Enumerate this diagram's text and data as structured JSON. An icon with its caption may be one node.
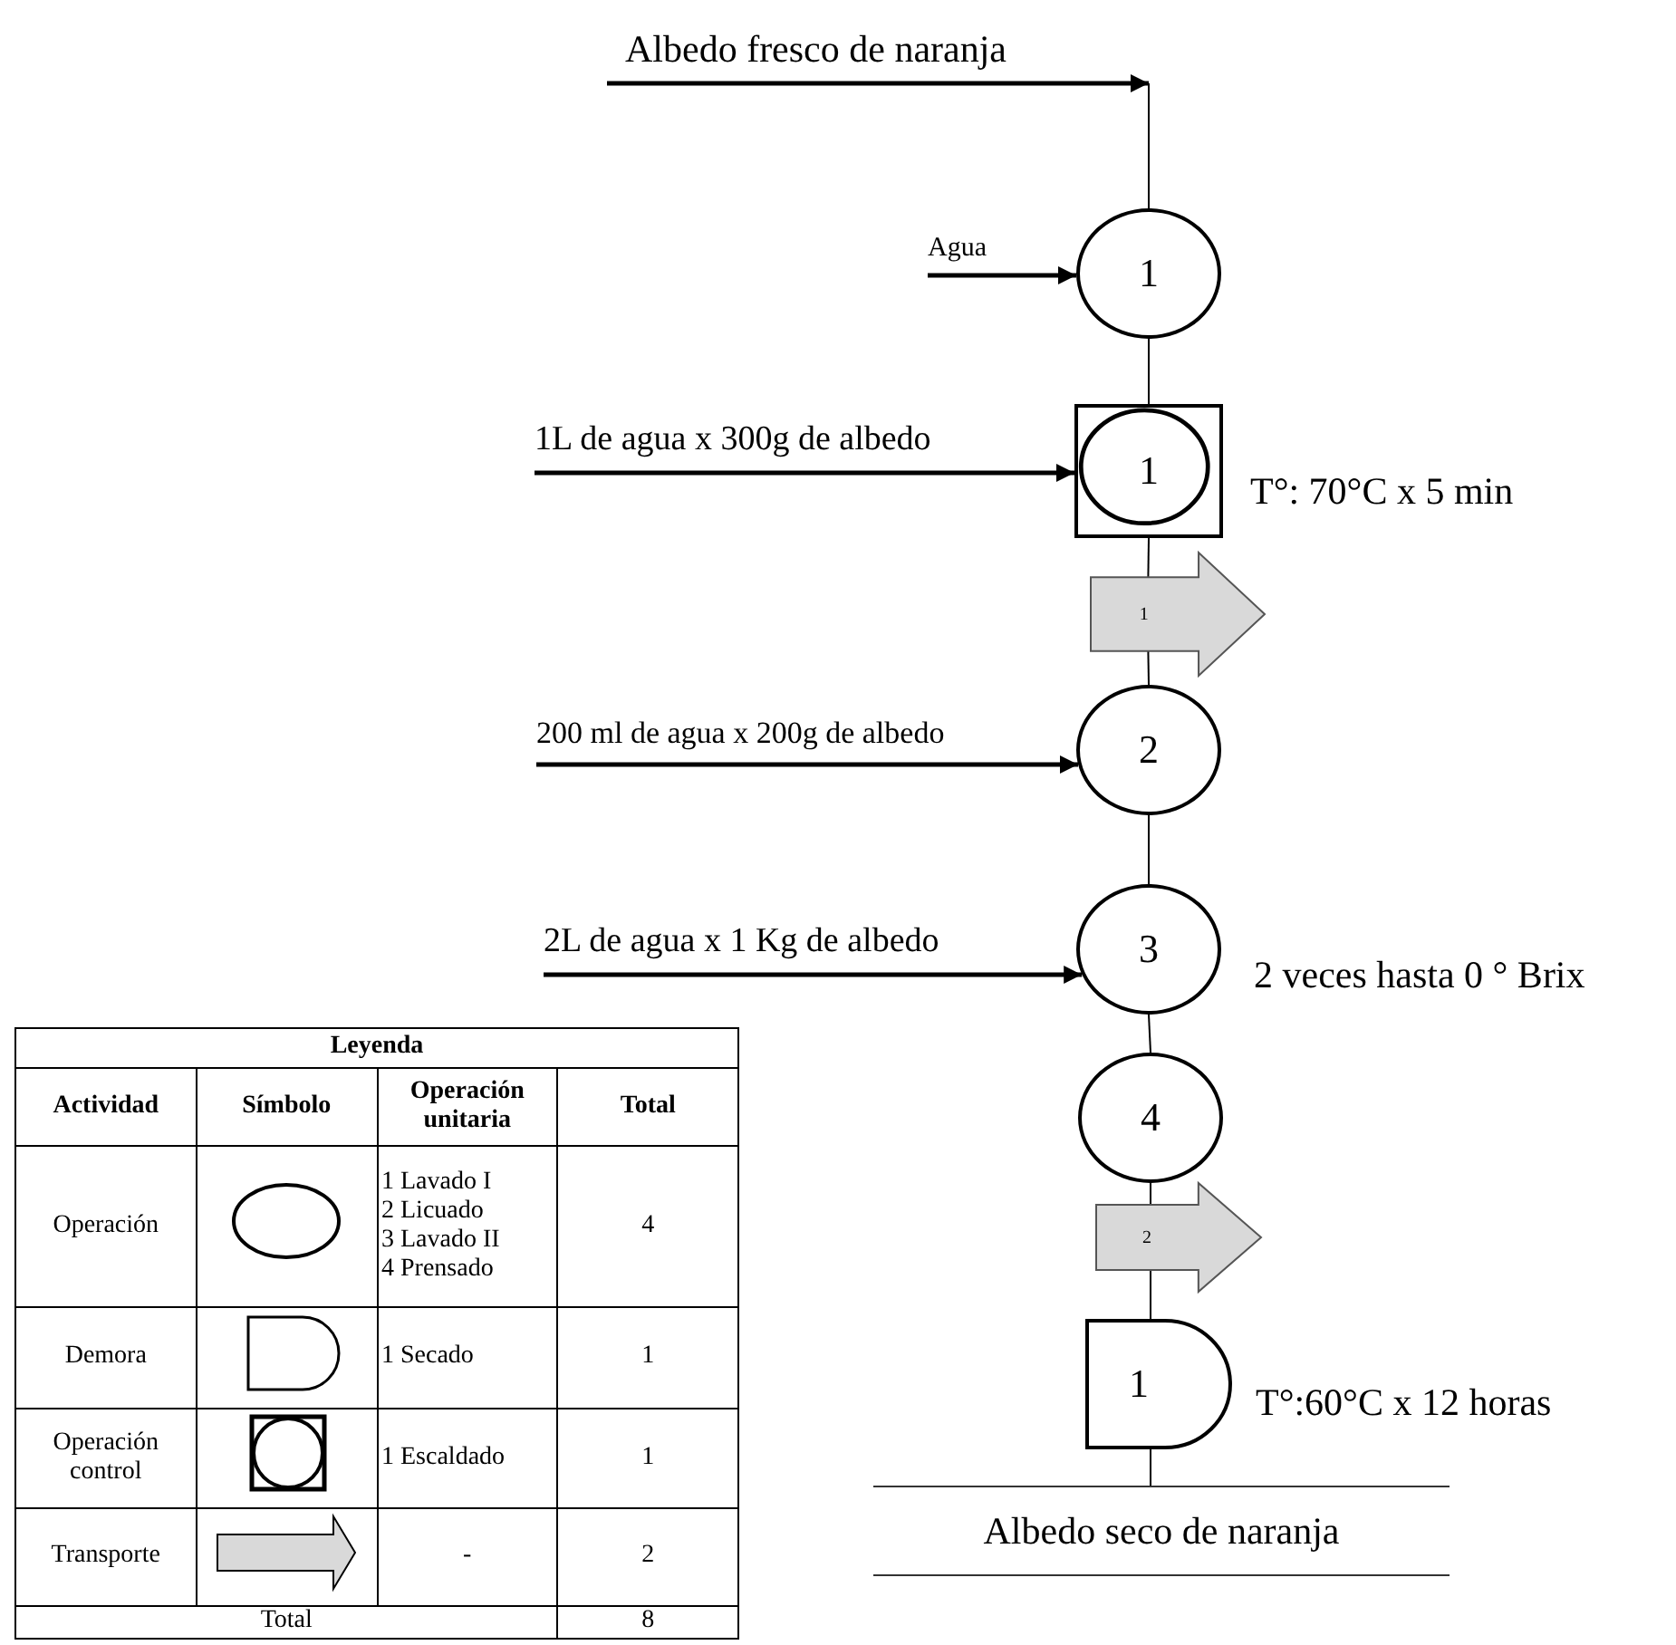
{
  "diagram": {
    "nodes": [
      {
        "text": [
          "Albedo fresco de naranja"
        ]
      },
      {
        "text": [
          "Agua"
        ]
      },
      {
        "text": [
          "1"
        ]
      },
      {
        "text": [
          "1L de agua x 300g de albedo"
        ]
      },
      {
        "text": [
          "1"
        ],
        "beside": [
          "T°: 70°C x 5 min"
        ]
      },
      {
        "text": [
          "1"
        ]
      },
      {
        "text": [
          "200 ml de agua x 200g de albedo"
        ]
      },
      {
        "text": [
          "2"
        ]
      },
      {
        "text": [
          "2L de agua x 1 Kg de albedo"
        ]
      },
      {
        "text": [
          "3"
        ],
        "beside": [
          "2 veces hasta 0 ° Brix"
        ]
      },
      {
        "text": [
          "4"
        ]
      },
      {
        "text": [
          "2"
        ]
      },
      {
        "text": [
          "1"
        ],
        "beside": [
          "T°:60°C x 12 horas"
        ]
      },
      {
        "text": [
          "Albedo seco de naranja"
        ]
      }
    ],
    "edges": [
      {
        "from": 0,
        "to": null,
        "arrow": "to",
        "style": "thick"
      },
      {
        "from": null,
        "to": 2,
        "arrow": "none"
      },
      {
        "from": 1,
        "to": 2,
        "arrow": "to",
        "style": "thick"
      },
      {
        "from": 2,
        "to": 4,
        "arrow": "none"
      },
      {
        "from": 3,
        "to": 4,
        "arrow": "to",
        "style": "thick"
      },
      {
        "from": 4,
        "to": 5,
        "arrow": "none"
      },
      {
        "from": 5,
        "to": 7,
        "arrow": "none"
      },
      {
        "from": 6,
        "to": 7,
        "arrow": "to",
        "style": "thick"
      },
      {
        "from": 7,
        "to": 9,
        "arrow": "none"
      },
      {
        "from": 8,
        "to": 9,
        "arrow": "to",
        "style": "thick"
      },
      {
        "from": 9,
        "to": 10,
        "arrow": "none"
      },
      {
        "from": 10,
        "to": 11,
        "arrow": "none"
      },
      {
        "from": 11,
        "to": 12,
        "arrow": "none"
      },
      {
        "from": 12,
        "to": 13,
        "arrow": "none"
      }
    ],
    "labels": [
      "Leyenda",
      "Actividad",
      "Símbolo",
      "Operación unitaria",
      "Total",
      "Operación",
      "1 Lavado I",
      "2 Licuado",
      "3 Lavado II",
      "4 Prensado",
      "4",
      "Demora",
      "1 Secado",
      "1",
      "Operación control",
      "1 Escaldado",
      "1",
      "Transporte",
      "-",
      "2",
      "Total",
      "8"
    ]
  }
}
